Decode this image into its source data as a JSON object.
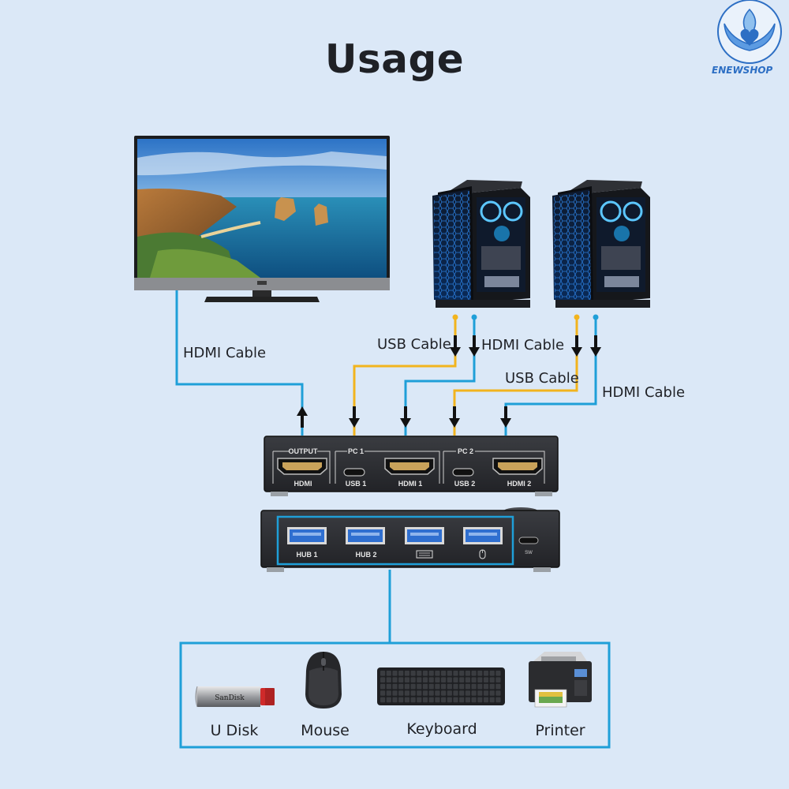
{
  "title": "Usage",
  "brand": {
    "name": "ENEWSHOP",
    "icon": "lotus-heart-logo-icon",
    "color": "#2d6fc4"
  },
  "cable_labels": {
    "monitor_hdmi": "HDMI Cable",
    "pc1_usb": "USB Cable",
    "pc1_hdmi": "HDMI Cable",
    "pc2_usb": "USB Cable",
    "pc2_hdmi": "HDMI Cable"
  },
  "kvm_front": {
    "output_label": "OUTPUT",
    "output_port": "HDMI",
    "pc1_label": "PC 1",
    "pc1_usb": "USB 1",
    "pc1_hdmi": "HDMI 1",
    "pc2_label": "PC 2",
    "pc2_usb": "USB 2",
    "pc2_hdmi": "HDMI 2"
  },
  "kvm_back": {
    "hub1": "HUB 1",
    "hub2": "HUB 2",
    "keyboard_port_icon": "keyboard-icon",
    "mouse_port_icon": "mouse-icon",
    "switch_label": "SW"
  },
  "devices": {
    "udisk": "U Disk",
    "udisk_brand": "SanDisk",
    "mouse": "Mouse",
    "keyboard": "Keyboard",
    "printer": "Printer"
  },
  "colors": {
    "hdmi_cable": "#1f9fd8",
    "usb_cable": "#f2b41e",
    "background": "#dbe8f7",
    "kvm_body": "#2b2d31",
    "usb3_port": "#2f6fd0"
  }
}
